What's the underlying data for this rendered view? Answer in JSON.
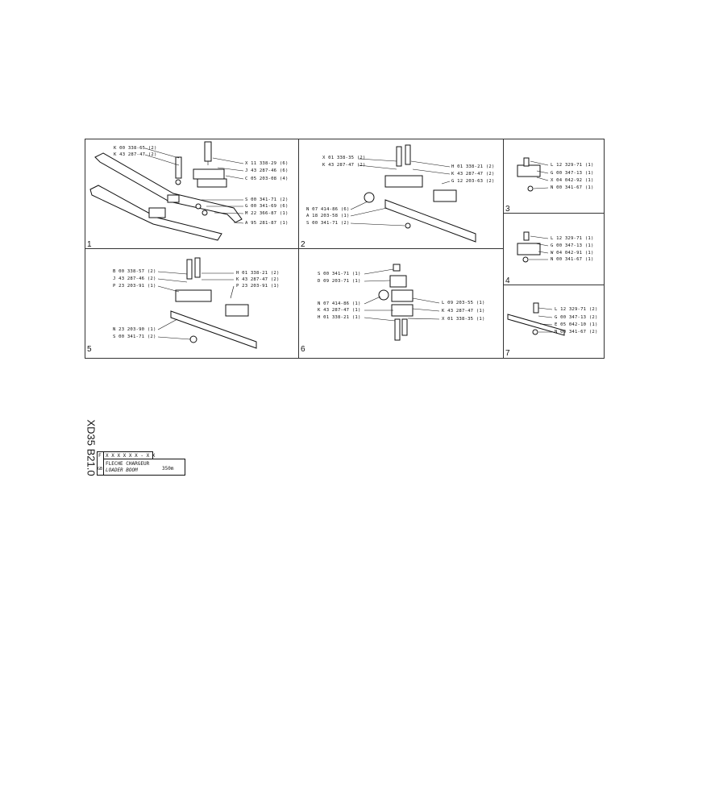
{
  "panels": [
    {
      "number": "1",
      "labels": [
        "K 00 338-65 (2)",
        "K 43 287-47 (2)",
        "X 11 338-29 (6)",
        "J 43 287-46 (6)",
        "C 05 203-08 (4)",
        "S 00 341-71 (2)",
        "G 00 341-69 (6)",
        "M 22 366-87 (1)",
        "A 95 281-87 (1)"
      ]
    },
    {
      "number": "2",
      "labels": [
        "X 01 338-35 (2)",
        "K 43 287-47 (2)",
        "H 01 338-21 (2)",
        "K 43 287-47 (2)",
        "G 12 203-63 (2)",
        "N 07 414-86 (6)",
        "A 18 203-58 (1)",
        "S 00 341-71 (2)"
      ]
    },
    {
      "number": "3",
      "labels": [
        "L 12 329-71 (1)",
        "G 00 347-13 (1)",
        "X 04 042-92 (1)",
        "N 00 341-67 (1)"
      ]
    },
    {
      "number": "4",
      "labels": [
        "L 12 329-71 (1)",
        "G 00 347-13 (1)",
        "W 04 042-91 (1)",
        "N 00 341-67 (1)"
      ]
    },
    {
      "number": "5",
      "labels": [
        "B 00 338-57 (2)",
        "J 43 287-46 (2)",
        "P 23 203-91 (1)",
        "H 01 338-21 (2)",
        "K 43 287-47 (2)",
        "P 23 203-91 (1)",
        "N 23 203-90 (1)",
        "S 00 341-71 (2)"
      ]
    },
    {
      "number": "6",
      "labels": [
        "S 00 341-71 (1)",
        "D 09 203-71 (1)",
        "N 07 414-86 (1)",
        "K 43 287-47 (1)",
        "H 01 338-21 (1)",
        "L 09 203-55 (1)",
        "K 43 287-47 (1)",
        "X 01 338-35 (1)"
      ]
    },
    {
      "number": "7",
      "labels": [
        "L 12 329-71 (2)",
        "G 00 347-13 (2)",
        "E 05 042-10 (1)",
        "N 00 341-67 (2)"
      ]
    }
  ],
  "title_block": {
    "model": "XD35 B21.0",
    "code": "X X X  X X X - X X",
    "lang_f": "F",
    "lang_gb": "GB",
    "title_fr": "FLECHE CHARGEUR",
    "title_en": "LOADER BOOM",
    "size": "350m"
  }
}
